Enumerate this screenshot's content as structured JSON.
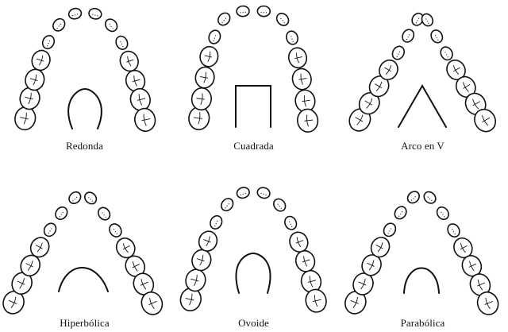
{
  "arch_forms": [
    {
      "id": "redonda",
      "label": "Redonda",
      "shape": "round"
    },
    {
      "id": "cuadrada",
      "label": "Cuadrada",
      "shape": "square"
    },
    {
      "id": "arco-en-v",
      "label": "Arco en V",
      "shape": "v"
    },
    {
      "id": "hiperbolica",
      "label": "Hiperbólica",
      "shape": "hyperbolic"
    },
    {
      "id": "ovoide",
      "label": "Ovoide",
      "shape": "ovoid"
    },
    {
      "id": "parabolica",
      "label": "Parabólica",
      "shape": "parabolic"
    }
  ]
}
